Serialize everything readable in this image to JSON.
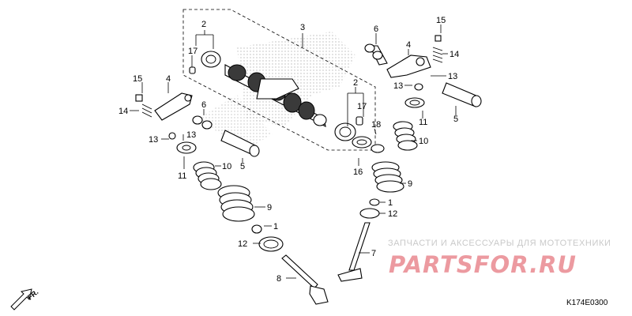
{
  "diagram": {
    "code": "K174E0300",
    "direction_label": "FR.",
    "callouts": {
      "n1": "1",
      "n2": "2",
      "n3": "3",
      "n4": "4",
      "n5": "5",
      "n6": "6",
      "n7": "7",
      "n8": "8",
      "n9": "9",
      "n10": "10",
      "n11": "11",
      "n12": "12",
      "n13": "13",
      "n14": "14",
      "n15": "15",
      "n16": "16",
      "n17": "17",
      "n18": "18"
    }
  },
  "watermark": {
    "tagline": "ЗАПЧАСТИ И АКСЕССУАРЫ ДЛЯ МОТОТЕХНИКИ",
    "logo": "PARTSFOR.RU",
    "logo_color": "#ec9aa0"
  }
}
